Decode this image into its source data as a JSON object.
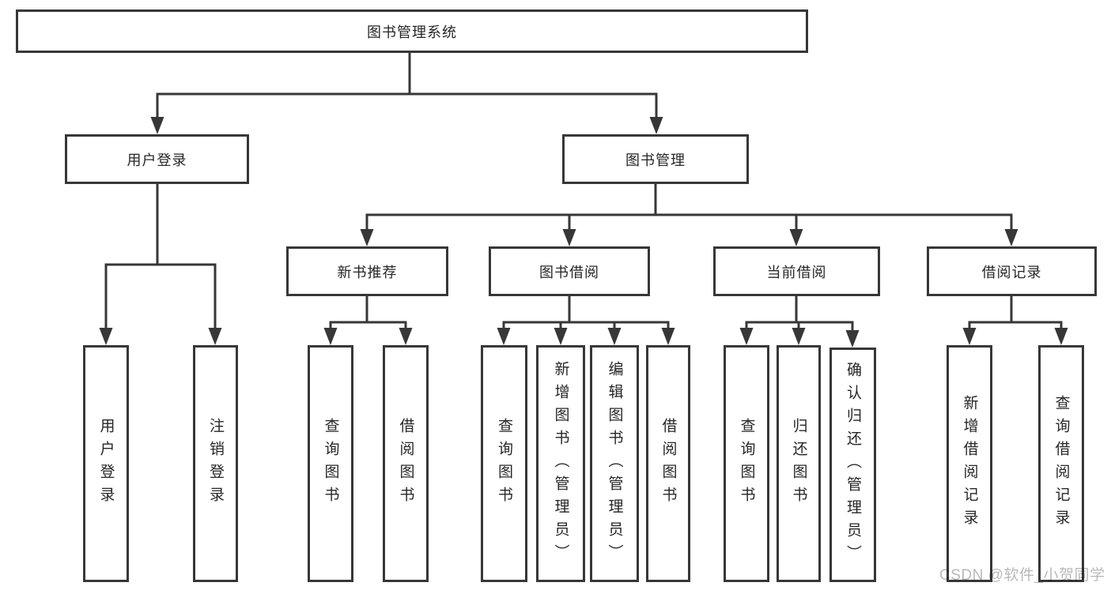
{
  "tree": {
    "root": "图书管理系统",
    "level2": {
      "user_login": "用户登录",
      "book_mgmt": "图书管理"
    },
    "level3": {
      "new_book": "新书推荐",
      "book_borrow": "图书借阅",
      "current_borrow": "当前借阅",
      "borrow_record": "借阅记录"
    },
    "leaves": {
      "user_login": [
        "用户登录",
        "注销登录"
      ],
      "new_book": [
        "查询图书",
        "借阅图书"
      ],
      "book_borrow": [
        "查询图书",
        "新增图书（管理员）",
        "编辑图书（管理员）",
        "借阅图书"
      ],
      "current_borrow": [
        "查询图书",
        "归还图书",
        "确认归还（管理员）"
      ],
      "borrow_record": [
        "新增借阅记录",
        "查询借阅记录"
      ]
    }
  },
  "watermark": "CSDN @软件_小贺同学",
  "colors": {
    "line": "#373737",
    "text": "#262626",
    "watermark": "#b9b9b9",
    "background": "#ffffff"
  }
}
